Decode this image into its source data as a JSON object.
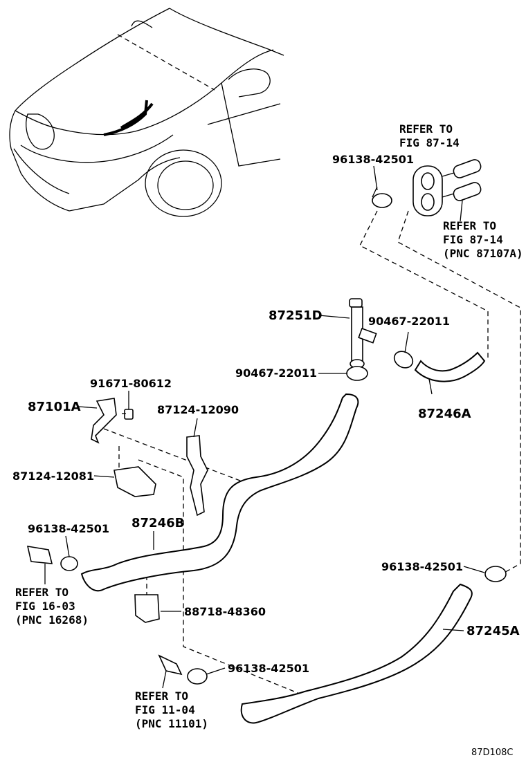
{
  "figure": {
    "code": "87D108C"
  },
  "callouts": {
    "refer_top_1": "REFER TO",
    "refer_top_2": "FIG 87-14",
    "clamp_top": "96138-42501",
    "refer_right_1": "REFER TO",
    "refer_right_2": "FIG 87-14",
    "refer_right_3": "(PNC 87107A)",
    "joint": "87251D",
    "clamp_joint_right": "90467-22011",
    "clamp_joint_left": "90467-22011",
    "hose_a": "87246A",
    "bolt": "91671-80612",
    "bracket": "87101A",
    "clamp_bracket_1": "87124-12090",
    "clamp_bracket_2": "87124-12081",
    "hose_b": "87246B",
    "clamp_left": "96138-42501",
    "refer_left_1": "REFER TO",
    "refer_left_2": "FIG 16-03",
    "refer_left_3": "(PNC 16268)",
    "clip": "88718-48360",
    "clamp_right_lower": "96138-42501",
    "hose_c": "87245A",
    "clamp_bottom": "96138-42501",
    "refer_bottom_1": "REFER TO",
    "refer_bottom_2": "FIG 11-04",
    "refer_bottom_3": "(PNC 11101)"
  }
}
